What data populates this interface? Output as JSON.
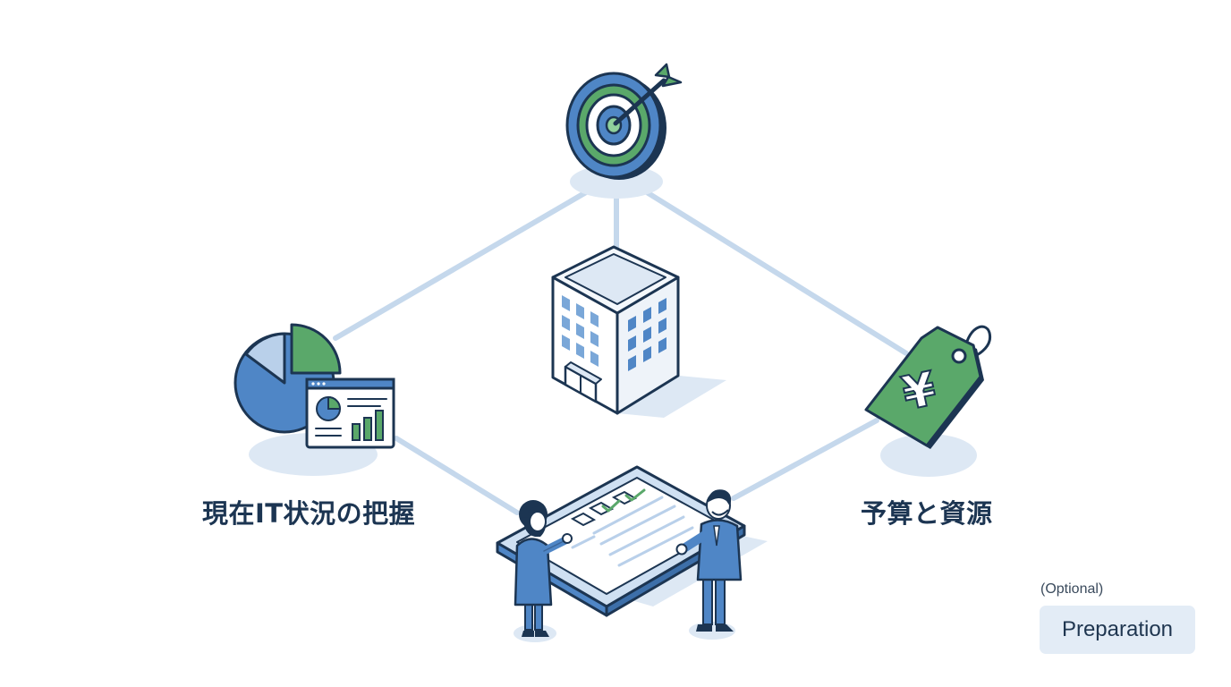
{
  "nodes": {
    "left_label": "現在IT状況の把握",
    "right_label": "予算と資源"
  },
  "optional": {
    "note": "(Optional)",
    "button_label": "Preparation"
  },
  "icons": {
    "top": "target-icon",
    "center": "building-icon",
    "left": "analytics-dashboard-icon",
    "right": "yen-price-tag-icon",
    "bottom": "checklist-tablet-people-icon",
    "tag_symbol": "¥"
  },
  "colors": {
    "dark_navy": "#1c3552",
    "blue": "#4f86c6",
    "light_blue": "#b9d0ea",
    "pale_blue": "#dde8f4",
    "green": "#5aa86a",
    "light_green": "#8fd19b",
    "connector": "#c5d8ec"
  }
}
